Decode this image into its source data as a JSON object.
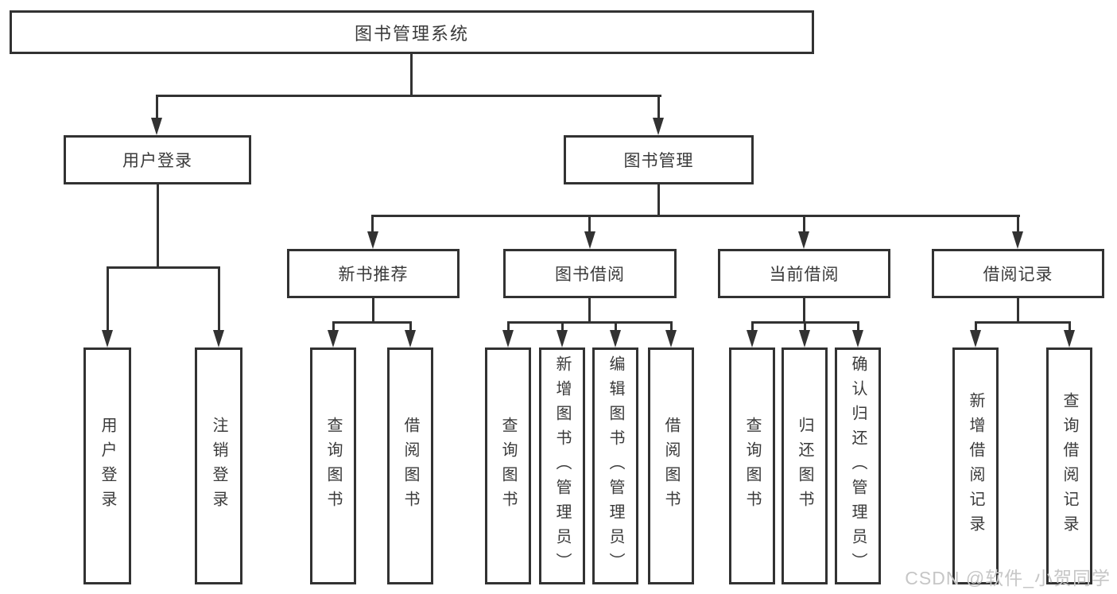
{
  "diagram_title": "图书管理系统",
  "tree": {
    "root": {
      "label": "图书管理系统"
    },
    "branches": [
      {
        "label": "用户登录",
        "leaves": [
          {
            "label": "用户登录"
          },
          {
            "label": "注销登录"
          }
        ]
      },
      {
        "label": "图书管理",
        "groups": [
          {
            "label": "新书推荐",
            "leaves": [
              {
                "label": "查询图书"
              },
              {
                "label": "借阅图书"
              }
            ]
          },
          {
            "label": "图书借阅",
            "leaves": [
              {
                "label": "查询图书"
              },
              {
                "label": "新增图书（管理员）"
              },
              {
                "label": "编辑图书（管理员）"
              },
              {
                "label": "借阅图书"
              }
            ]
          },
          {
            "label": "当前借阅",
            "leaves": [
              {
                "label": "查询图书"
              },
              {
                "label": "归还图书"
              },
              {
                "label": "确认归还（管理员）"
              }
            ]
          },
          {
            "label": "借阅记录",
            "leaves": [
              {
                "label": "新增借阅记录"
              },
              {
                "label": "查询借阅记录"
              }
            ]
          }
        ]
      }
    ]
  },
  "watermark": {
    "text": "CSDN @软件_小贺同学"
  },
  "colors": {
    "line": "#323232",
    "box_border": "#323232",
    "text": "#3a3a3a",
    "watermark": "#c6c6c6",
    "background": "#ffffff"
  }
}
